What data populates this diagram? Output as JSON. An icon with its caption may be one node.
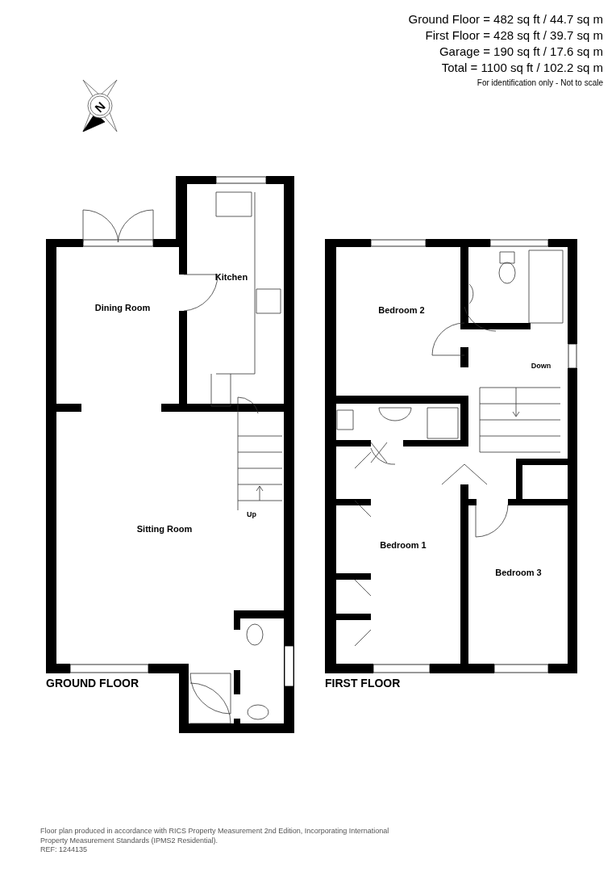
{
  "diagram": {
    "labels": [
      "Ground Floor = 482 sq ft / 44.7 sq m",
      "First Floor = 428 sq ft / 39.7 sq m",
      "Garage = 190 sq ft / 17.6 sq m",
      "Total = 1100 sq ft / 102.2 sq m",
      "For identification only - Not to scale",
      "N",
      "Kitchen",
      "Dining Room",
      "Up",
      "Sitting Room",
      "GROUND FLOOR",
      "Bedroom 2",
      "Down",
      "Bedroom 1",
      "Bedroom 3",
      "FIRST FLOOR",
      "Floor plan produced in accordance with RICS Property Measurement 2nd Edition, Incorporating International Property Measurement Standards (IPMS2 Residential).",
      "REF: 1244135"
    ]
  }
}
